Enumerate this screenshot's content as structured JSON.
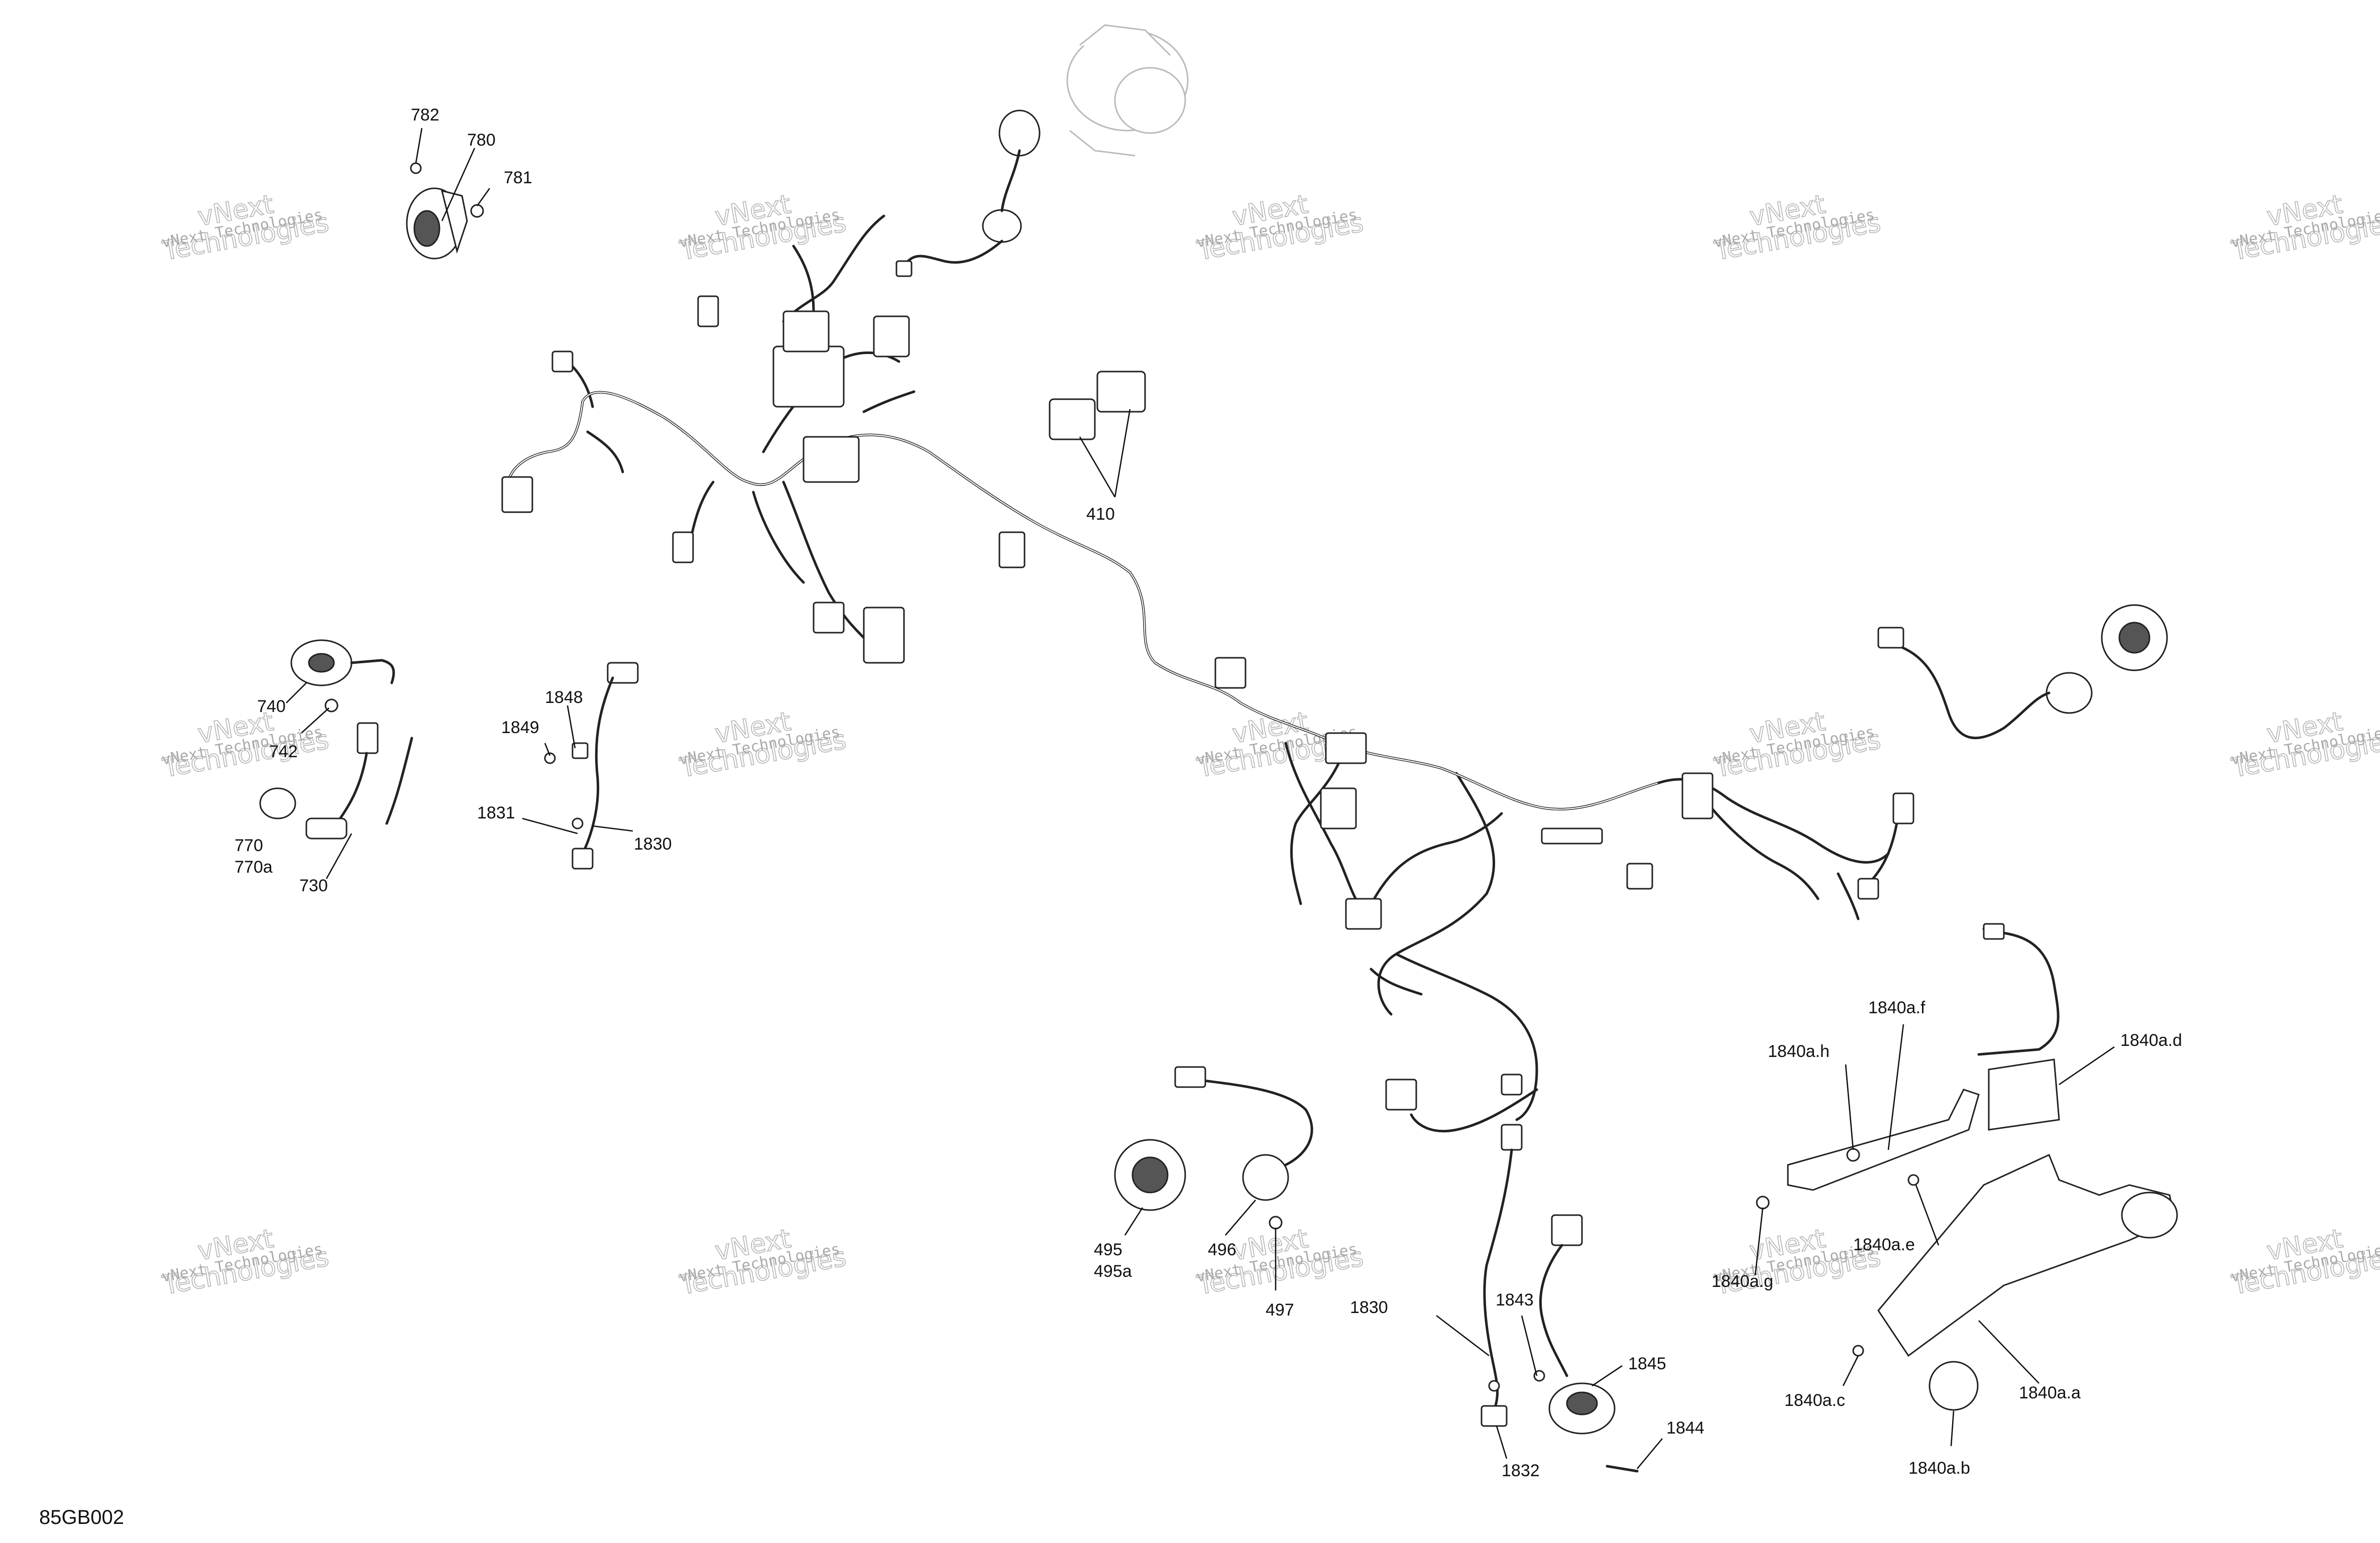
{
  "drawing_code": "85GB002",
  "watermark": {
    "line1": "vNext Technologies",
    "line2": "vNext",
    "line3": "Technologies"
  },
  "labels": {
    "p782": "782",
    "p780": "780",
    "p781": "781",
    "p410": "410",
    "p740": "740",
    "p742": "742",
    "p770": "770",
    "p770a": "770a",
    "p730": "730",
    "p1848": "1848",
    "p1849": "1849",
    "p1831": "1831",
    "p1830a": "1830",
    "p495": "495",
    "p495a": "495a",
    "p496": "496",
    "p497": "497",
    "p1830b": "1830",
    "p1843": "1843",
    "p1845": "1845",
    "p1844": "1844",
    "p1832": "1832",
    "p1840af": "1840a.f",
    "p1840ah": "1840a.h",
    "p1840ad": "1840a.d",
    "p1840ae": "1840a.e",
    "p1840ag": "1840a.g",
    "p1840ac": "1840a.c",
    "p1840aa": "1840a.a",
    "p1840ab": "1840a.b"
  }
}
